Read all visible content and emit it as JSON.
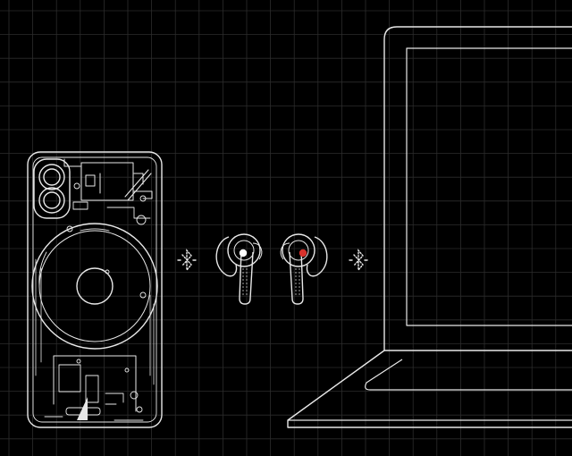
{
  "scene": {
    "background_color": "#000000",
    "grid_color": "#2c2c2c",
    "line_color": "#e8e8e8",
    "left_indicator_color": "#ffffff",
    "right_indicator_color": "#d8322c"
  },
  "devices": [
    {
      "name": "phone",
      "icon": "phone-icon"
    },
    {
      "name": "earbuds",
      "icon": "earbuds-icon"
    },
    {
      "name": "laptop",
      "icon": "laptop-icon"
    }
  ],
  "connections": [
    {
      "icon": "bluetooth-icon",
      "between": [
        "phone",
        "earbuds"
      ]
    },
    {
      "icon": "bluetooth-icon",
      "between": [
        "earbuds",
        "laptop"
      ]
    }
  ]
}
